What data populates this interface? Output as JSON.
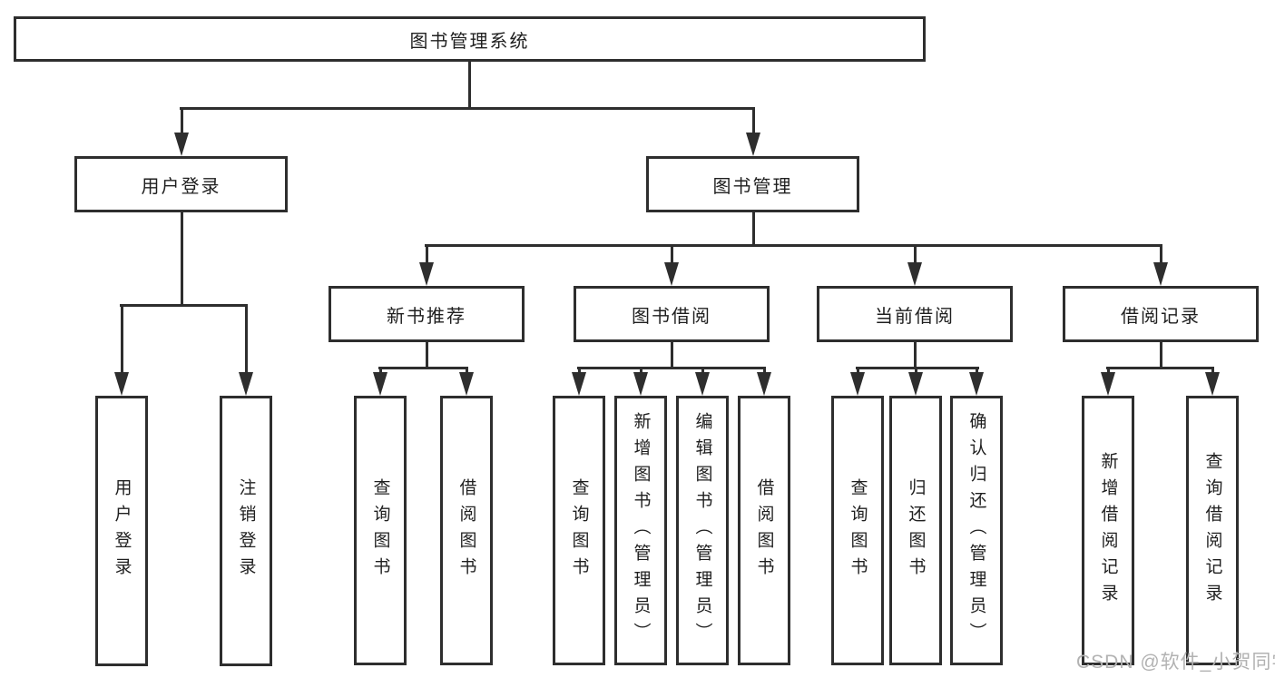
{
  "diagram_title": "图书管理系统",
  "tree": {
    "root": {
      "label": "图书管理系统"
    },
    "branches": [
      {
        "label": "用户登录",
        "children": [
          {
            "label": "用户登录"
          },
          {
            "label": "注销登录"
          }
        ]
      },
      {
        "label": "图书管理",
        "groups": [
          {
            "label": "新书推荐",
            "children": [
              {
                "label": "查询图书"
              },
              {
                "label": "借阅图书"
              }
            ]
          },
          {
            "label": "图书借阅",
            "children": [
              {
                "label": "查询图书"
              },
              {
                "label": "新增图书（管理员）"
              },
              {
                "label": "编辑图书（管理员）"
              },
              {
                "label": "借阅图书"
              }
            ]
          },
          {
            "label": "当前借阅",
            "children": [
              {
                "label": "查询图书"
              },
              {
                "label": "归还图书"
              },
              {
                "label": "确认归还（管理员）"
              }
            ]
          },
          {
            "label": "借阅记录",
            "children": [
              {
                "label": "新增借阅记录"
              },
              {
                "label": "查询借阅记录"
              }
            ]
          }
        ]
      }
    ]
  },
  "watermark": {
    "text": "CSDN @软件_小贺同学"
  },
  "colors": {
    "line": "#2e2e2e",
    "box_border": "#2e2e2e",
    "text": "#1f1f1f",
    "background": "#ffffff",
    "watermark": "#b2b2b2"
  }
}
